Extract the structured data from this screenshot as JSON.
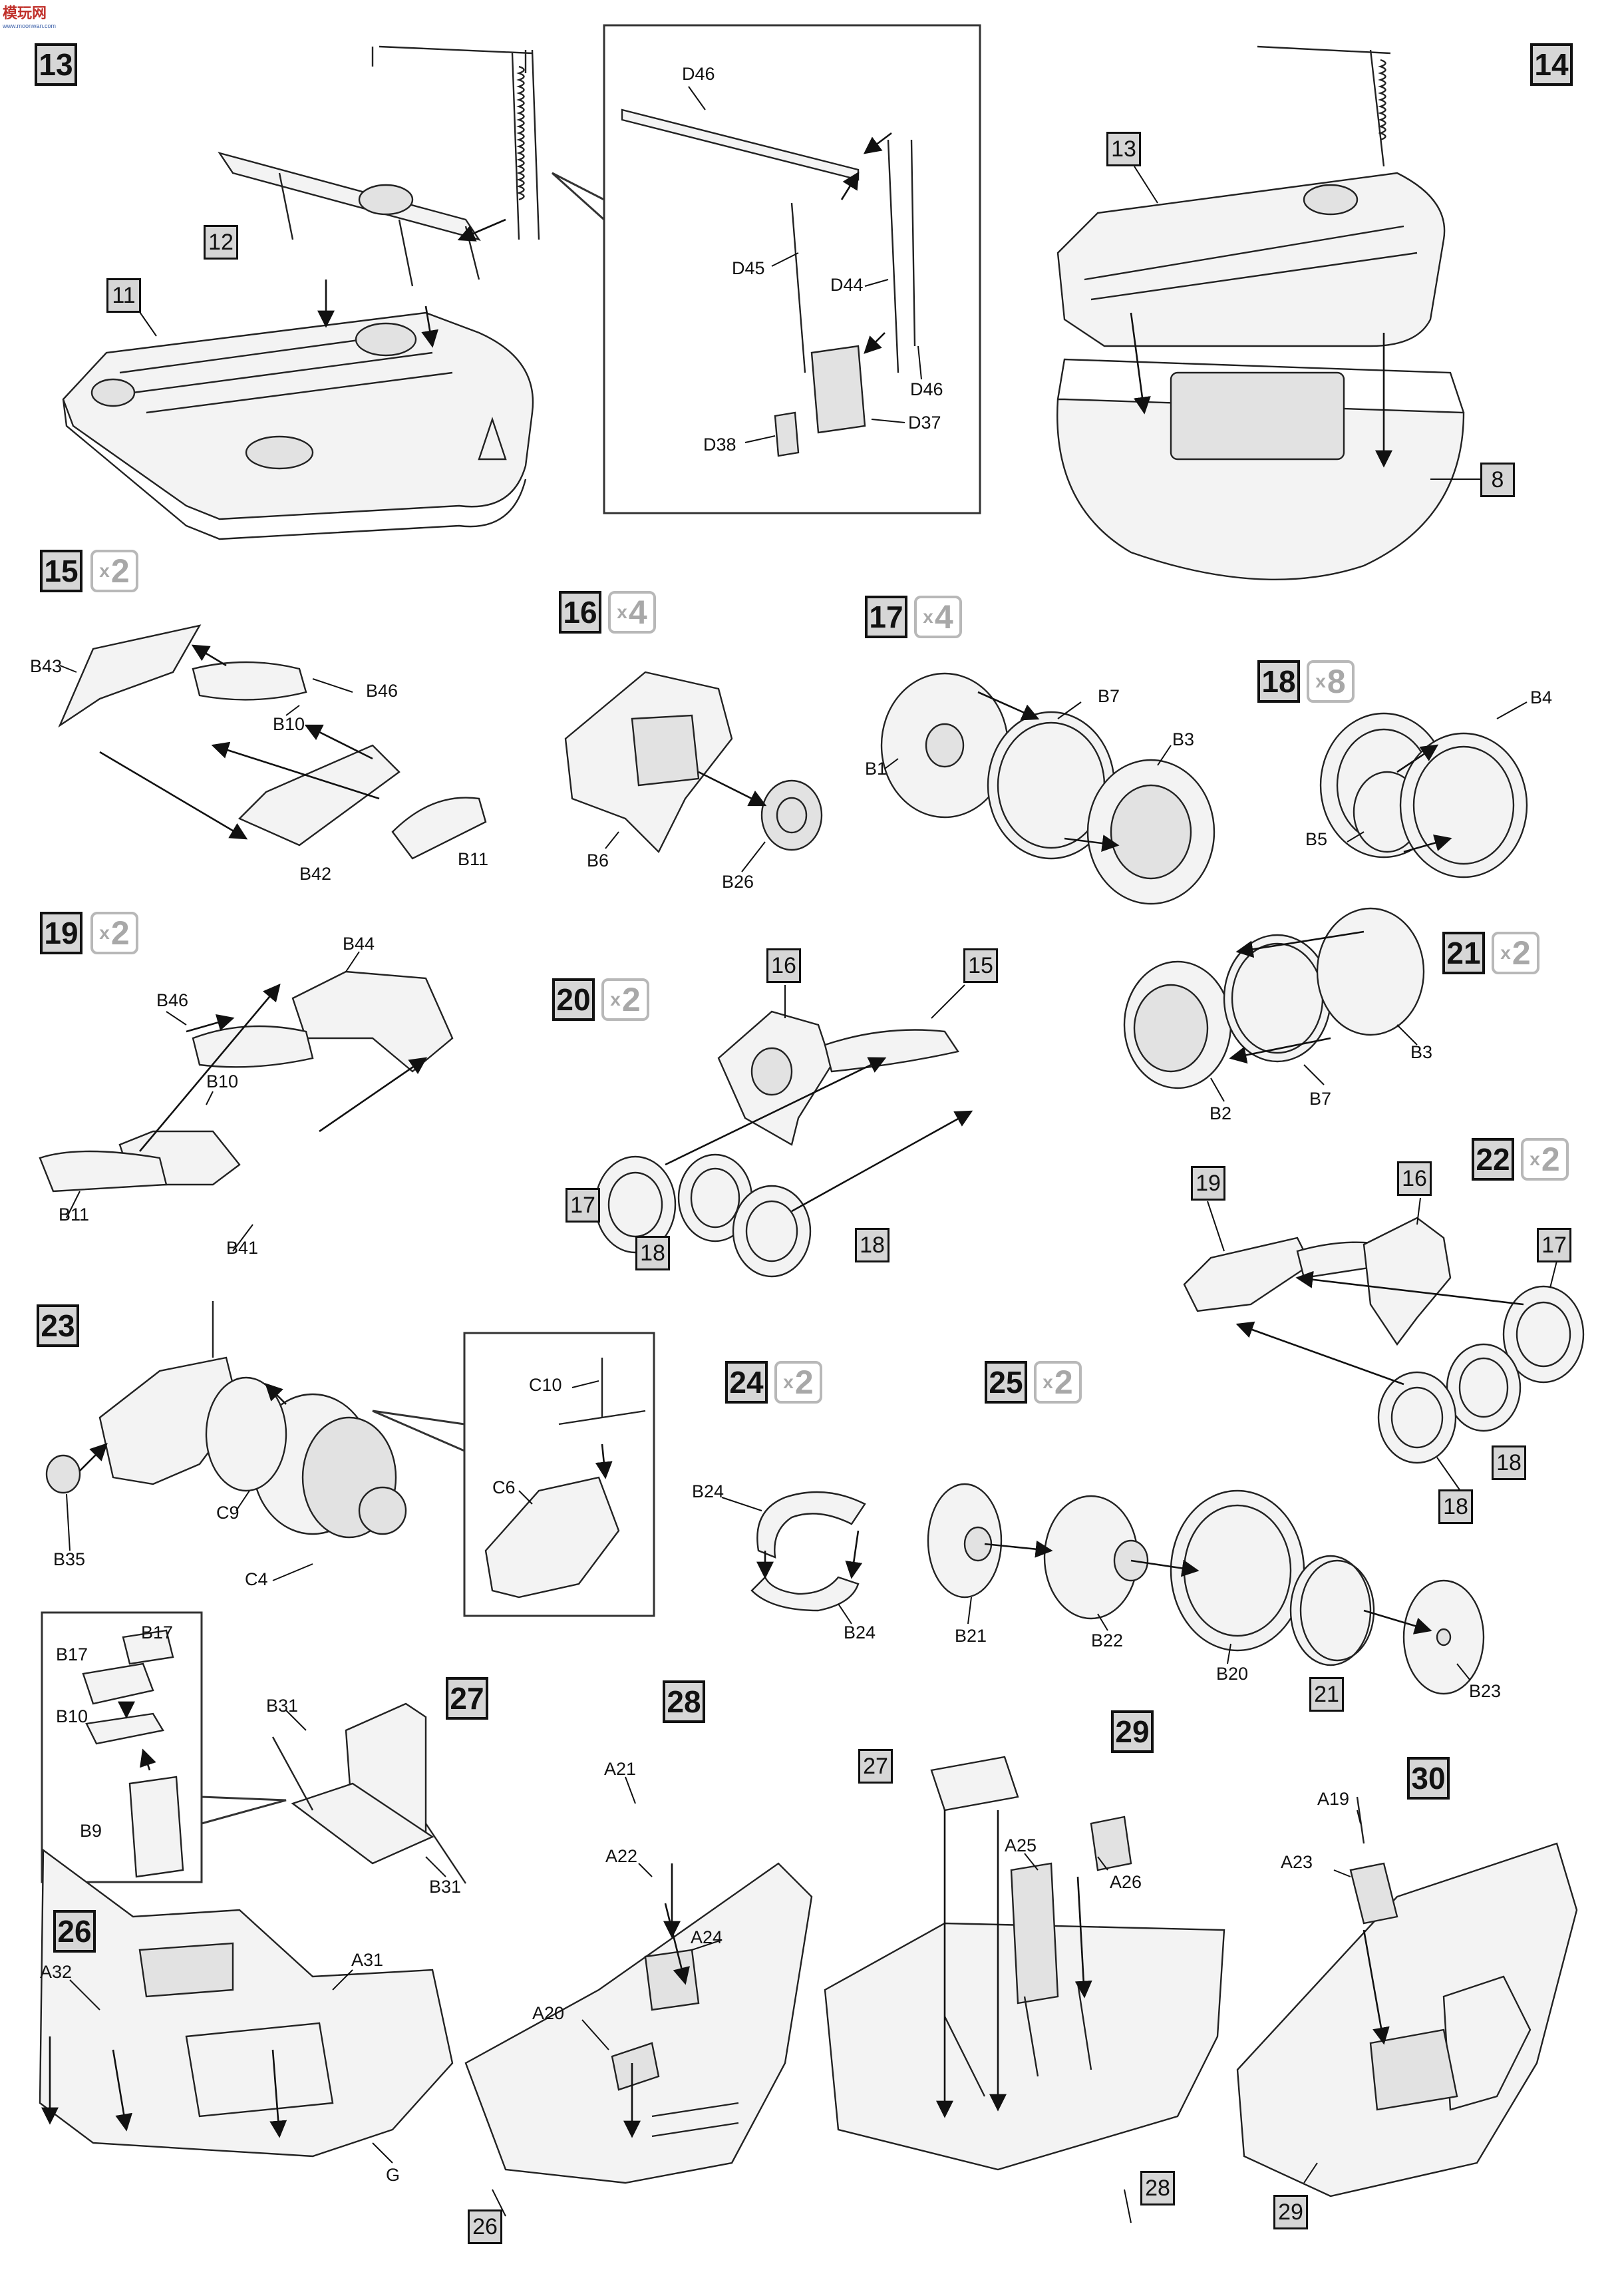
{
  "watermark": {
    "text": "模玩网",
    "sub": "www.moonwan.com"
  },
  "steps": [
    {
      "num": "13",
      "mult": ""
    },
    {
      "num": "14",
      "mult": ""
    },
    {
      "num": "15",
      "mult": "2"
    },
    {
      "num": "16",
      "mult": "4"
    },
    {
      "num": "17",
      "mult": "4"
    },
    {
      "num": "18",
      "mult": "8"
    },
    {
      "num": "19",
      "mult": "2"
    },
    {
      "num": "20",
      "mult": "2"
    },
    {
      "num": "21",
      "mult": "2"
    },
    {
      "num": "22",
      "mult": "2"
    },
    {
      "num": "23",
      "mult": ""
    },
    {
      "num": "24",
      "mult": "2"
    },
    {
      "num": "25",
      "mult": "2"
    },
    {
      "num": "26",
      "mult": ""
    },
    {
      "num": "27",
      "mult": ""
    },
    {
      "num": "28",
      "mult": ""
    },
    {
      "num": "29",
      "mult": ""
    },
    {
      "num": "30",
      "mult": ""
    }
  ],
  "mult_prefix": "x",
  "refs": {
    "s13": [
      "12",
      "11"
    ],
    "s14": [
      "13",
      "8"
    ],
    "s20": [
      "16",
      "15",
      "17",
      "18",
      "18"
    ],
    "s22": [
      "19",
      "16",
      "17",
      "18",
      "18"
    ],
    "s25": [
      "21"
    ],
    "s28": [
      "26"
    ],
    "s29": [
      "27",
      "28"
    ],
    "s30": [
      "29"
    ]
  },
  "parts": {
    "s13_inset": [
      "D46",
      "D45",
      "D44",
      "D46",
      "D38",
      "D37"
    ],
    "s15": [
      "B43",
      "B46",
      "B10",
      "B42",
      "B11"
    ],
    "s16": [
      "B6",
      "B26"
    ],
    "s17": [
      "B7",
      "B3",
      "B1"
    ],
    "s18": [
      "B4",
      "B5"
    ],
    "s19": [
      "B44",
      "B46",
      "B10",
      "B11",
      "B41"
    ],
    "s21": [
      "B3",
      "B2",
      "B7"
    ],
    "s23": [
      "B35",
      "C9",
      "C4"
    ],
    "s23_inset": [
      "C10",
      "C6"
    ],
    "s24": [
      "B24",
      "B24"
    ],
    "s25": [
      "B21",
      "B22",
      "B20",
      "B23"
    ],
    "s27": [
      "B31",
      "B31"
    ],
    "s27_inset": [
      "B17",
      "B17",
      "B10",
      "B9"
    ],
    "s26": [
      "A32",
      "A31",
      "G"
    ],
    "s28": [
      "A21",
      "A22",
      "A24",
      "A20"
    ],
    "s29": [
      "A25",
      "A26"
    ],
    "s30": [
      "A19",
      "A23"
    ]
  }
}
